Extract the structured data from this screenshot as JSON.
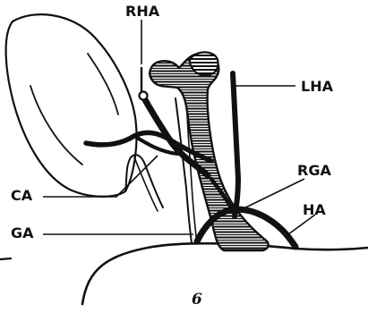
{
  "figure_label": "6",
  "labels": {
    "rha": "RHA",
    "lha": "LHA",
    "rga": "RGA",
    "ca": "CA",
    "ga": "GA",
    "ha": "HA"
  },
  "colors": {
    "ink": "#111111",
    "background": "#ffffff"
  }
}
